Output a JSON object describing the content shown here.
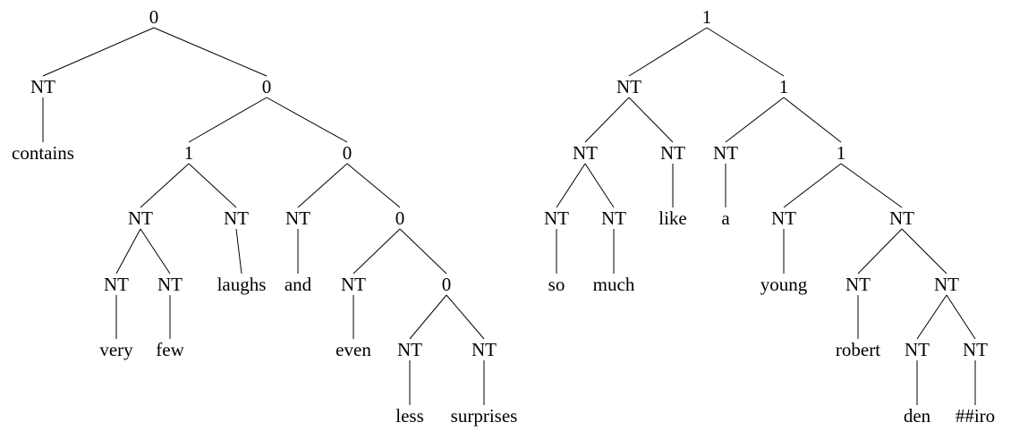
{
  "trees": [
    {
      "id": "left",
      "root": {
        "label": "0",
        "children": [
          {
            "label": "NT",
            "children": [
              {
                "label": "contains"
              }
            ]
          },
          {
            "label": "0",
            "children": [
              {
                "label": "1",
                "children": [
                  {
                    "label": "NT",
                    "children": [
                      {
                        "label": "NT",
                        "children": [
                          {
                            "label": "very"
                          }
                        ]
                      },
                      {
                        "label": "NT",
                        "children": [
                          {
                            "label": "few"
                          }
                        ]
                      }
                    ]
                  },
                  {
                    "label": "NT",
                    "children": [
                      {
                        "label": "laughs"
                      }
                    ]
                  }
                ]
              },
              {
                "label": "0",
                "children": [
                  {
                    "label": "NT",
                    "children": [
                      {
                        "label": "and"
                      }
                    ]
                  },
                  {
                    "label": "0",
                    "children": [
                      {
                        "label": "NT",
                        "children": [
                          {
                            "label": "even"
                          }
                        ]
                      },
                      {
                        "label": "0",
                        "children": [
                          {
                            "label": "NT",
                            "children": [
                              {
                                "label": "less"
                              }
                            ]
                          },
                          {
                            "label": "NT",
                            "children": [
                              {
                                "label": "surprises"
                              }
                            ]
                          }
                        ]
                      }
                    ]
                  }
                ]
              }
            ]
          }
        ]
      }
    },
    {
      "id": "right",
      "root": {
        "label": "1",
        "children": [
          {
            "label": "NT",
            "children": [
              {
                "label": "NT",
                "children": [
                  {
                    "label": "NT",
                    "children": [
                      {
                        "label": "so"
                      }
                    ]
                  },
                  {
                    "label": "NT",
                    "children": [
                      {
                        "label": "much"
                      }
                    ]
                  }
                ]
              },
              {
                "label": "NT",
                "children": [
                  {
                    "label": "like"
                  }
                ]
              }
            ]
          },
          {
            "label": "1",
            "children": [
              {
                "label": "NT",
                "children": [
                  {
                    "label": "a"
                  }
                ]
              },
              {
                "label": "1",
                "children": [
                  {
                    "label": "NT",
                    "children": [
                      {
                        "label": "young"
                      }
                    ]
                  },
                  {
                    "label": "NT",
                    "children": [
                      {
                        "label": "NT",
                        "children": [
                          {
                            "label": "robert"
                          }
                        ]
                      },
                      {
                        "label": "NT",
                        "children": [
                          {
                            "label": "NT",
                            "children": [
                              {
                                "label": "den"
                              }
                            ]
                          },
                          {
                            "label": "NT",
                            "children": [
                              {
                                "label": "##iro"
                              }
                            ]
                          }
                        ]
                      }
                    ]
                  }
                ]
              }
            ]
          }
        ]
      }
    }
  ]
}
